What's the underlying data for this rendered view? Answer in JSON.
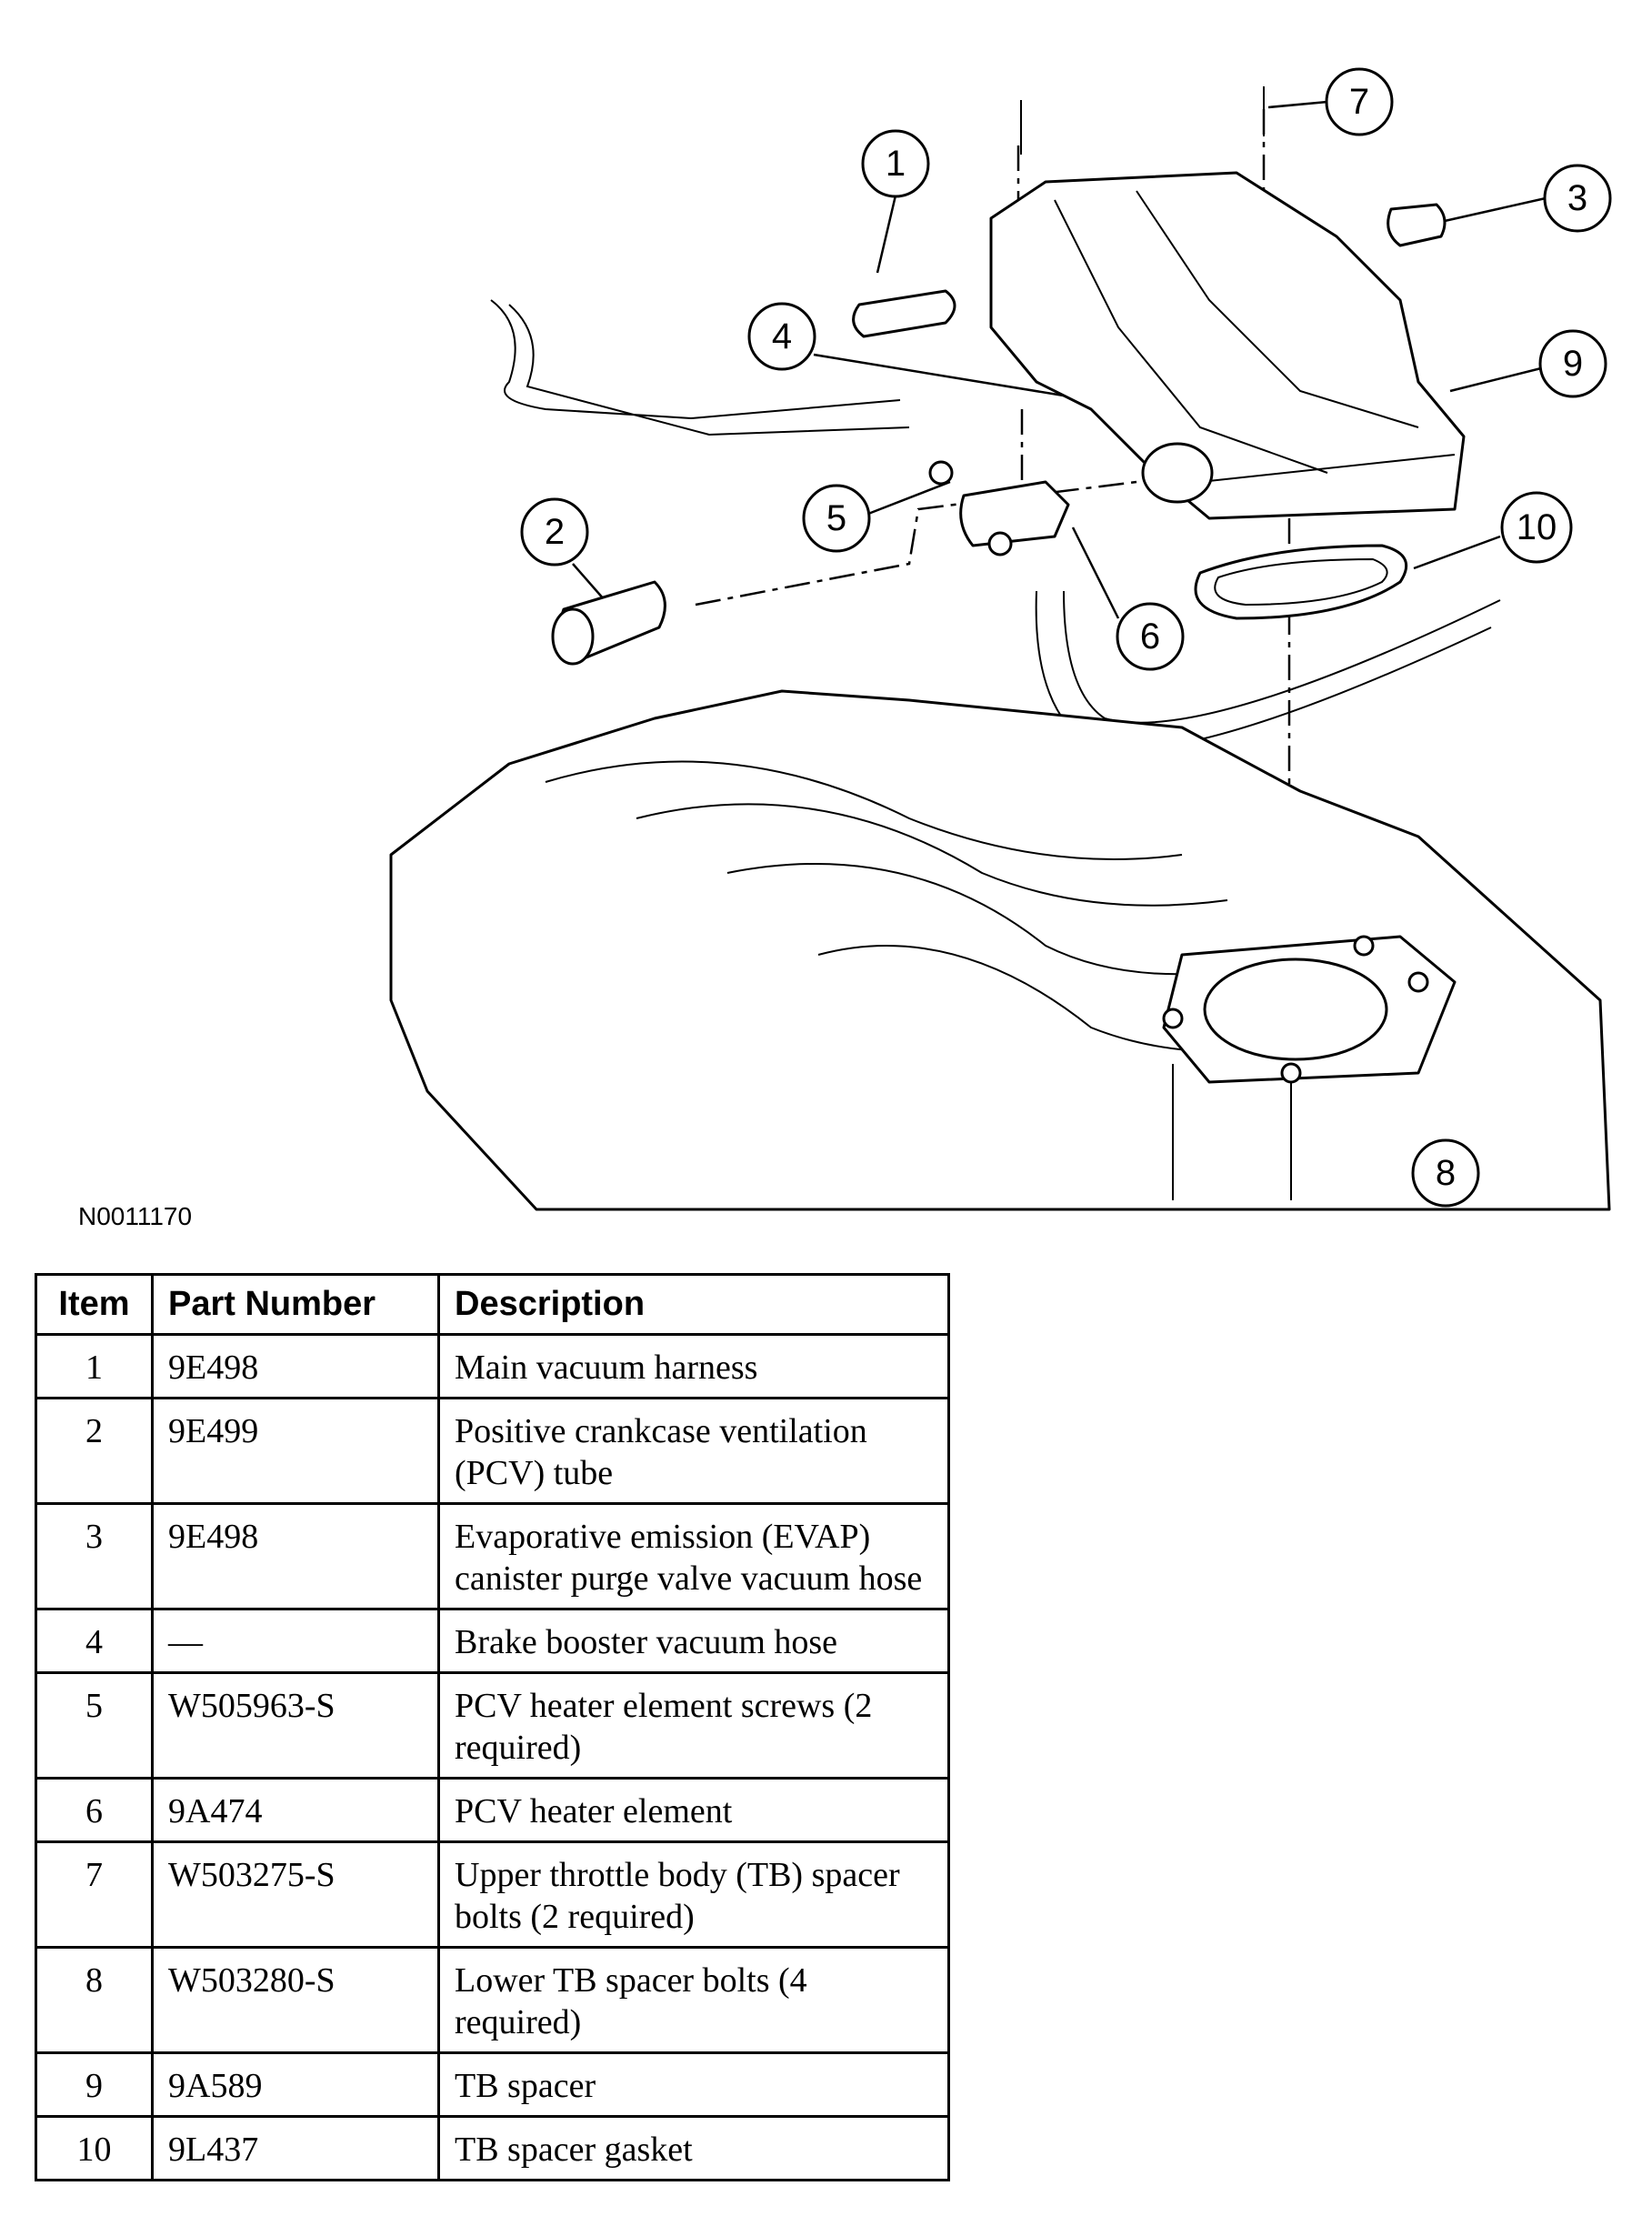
{
  "figure": {
    "figure_id": "N0011170",
    "callouts": [
      "1",
      "2",
      "3",
      "4",
      "5",
      "6",
      "7",
      "8",
      "9",
      "10"
    ]
  },
  "table": {
    "headers": {
      "item": "Item",
      "part_number": "Part Number",
      "description": "Description"
    },
    "rows": [
      {
        "item": "1",
        "part_number": "9E498",
        "description": "Main vacuum harness"
      },
      {
        "item": "2",
        "part_number": "9E499",
        "description": "Positive crankcase ventilation (PCV) tube"
      },
      {
        "item": "3",
        "part_number": "9E498",
        "description": "Evaporative emission (EVAP) canister purge valve vacuum hose"
      },
      {
        "item": "4",
        "part_number": "—",
        "description": "Brake booster vacuum hose"
      },
      {
        "item": "5",
        "part_number": "W505963-S",
        "description": "PCV heater element screws (2 required)"
      },
      {
        "item": "6",
        "part_number": "9A474",
        "description": "PCV heater element"
      },
      {
        "item": "7",
        "part_number": "W503275-S",
        "description": "Upper throttle body (TB) spacer bolts (2 required)"
      },
      {
        "item": "8",
        "part_number": "W503280-S",
        "description": "Lower TB spacer bolts (4 required)"
      },
      {
        "item": "9",
        "part_number": "9A589",
        "description": "TB spacer"
      },
      {
        "item": "10",
        "part_number": "9L437",
        "description": "TB spacer gasket"
      }
    ]
  }
}
